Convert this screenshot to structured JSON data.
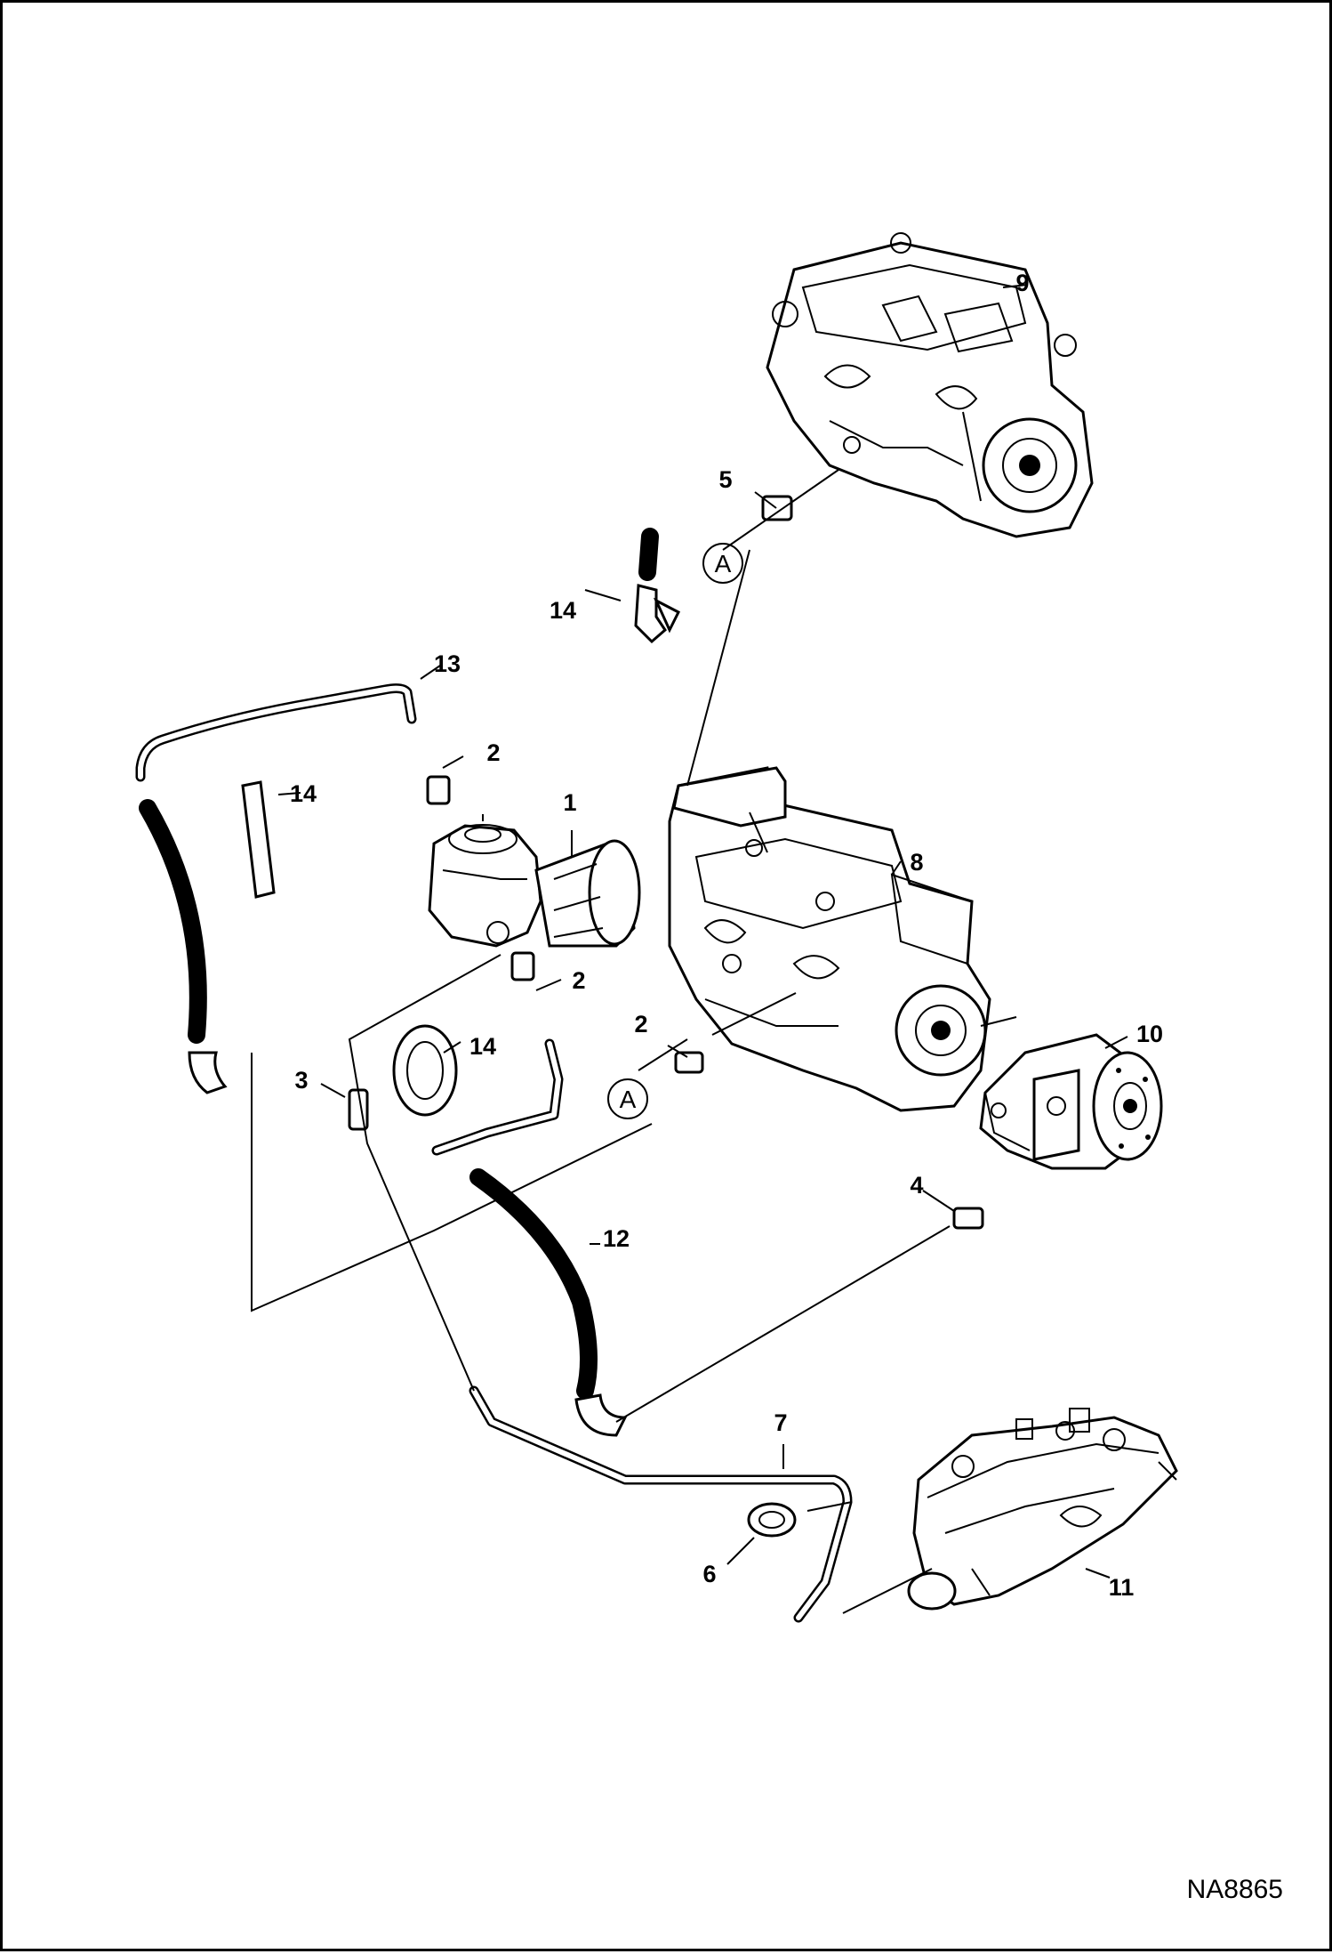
{
  "figure_id": "NA8865",
  "reference": {
    "letter": "A"
  },
  "callouts": [
    {
      "label": "1"
    },
    {
      "label": "2"
    },
    {
      "label": "2"
    },
    {
      "label": "2"
    },
    {
      "label": "3"
    },
    {
      "label": "4"
    },
    {
      "label": "5"
    },
    {
      "label": "6"
    },
    {
      "label": "7"
    },
    {
      "label": "8"
    },
    {
      "label": "9"
    },
    {
      "label": "10"
    },
    {
      "label": "11"
    },
    {
      "label": "12"
    },
    {
      "label": "13"
    },
    {
      "label": "14"
    },
    {
      "label": "14"
    },
    {
      "label": "14"
    }
  ]
}
